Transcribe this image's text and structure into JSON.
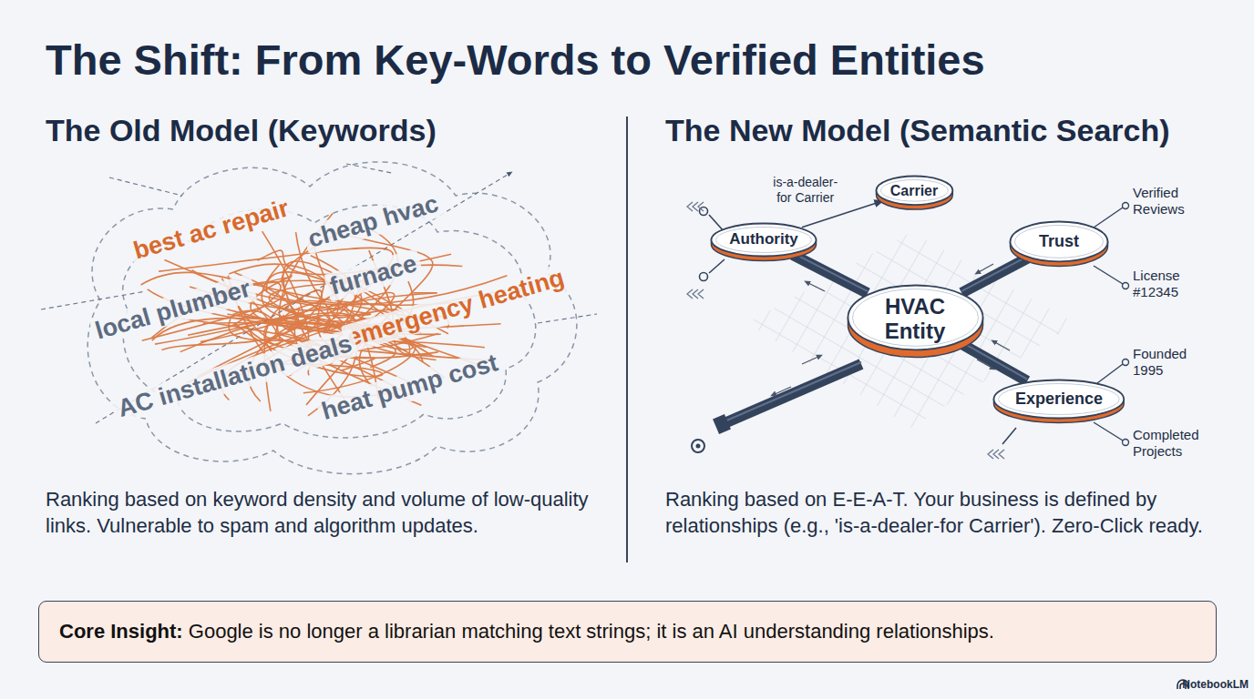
{
  "diagram": {
    "title": "The Shift: From Key-Words to Verified Entities",
    "nodes": [
      {
        "text": [
          "Authority"
        ]
      },
      {
        "text": [
          "Carrier"
        ]
      },
      {
        "text": [
          "Trust"
        ]
      },
      {
        "text": [
          "HVAC Entity"
        ]
      },
      {
        "text": [
          "Experience"
        ]
      },
      {
        "text": [
          "Core Insight:",
          "Google is no longer a librarian matching text strings; it is an AI understanding relationships."
        ]
      }
    ],
    "edges": [
      {
        "from": 0,
        "to": 1,
        "arrow": "to",
        "label": "is-a-dealer-for Carrier"
      },
      {
        "from": 3,
        "to": 0,
        "arrow": "none"
      },
      {
        "from": 3,
        "to": 2,
        "arrow": "none"
      },
      {
        "from": 3,
        "to": 4,
        "arrow": "none"
      }
    ],
    "labels": [
      "The Old Model (Keywords)",
      "The New Model (Semantic Search)",
      "best ac repair",
      "cheap hvac",
      "local plumber",
      "furnace",
      "emergency heating",
      "AC installation deals",
      "heat pump cost",
      "Ranking based on keyword density and volume of low-quality links. Vulnerable to spam and algorithm updates.",
      "Ranking based on E-E-A-T. Your business is defined by relationships (e.g., 'is-a-dealer-for Carrier'). Zero-Click ready.",
      "Verified Reviews",
      "License #12345",
      "Founded 1995",
      "Completed Projects",
      "NotebookLM"
    ]
  }
}
